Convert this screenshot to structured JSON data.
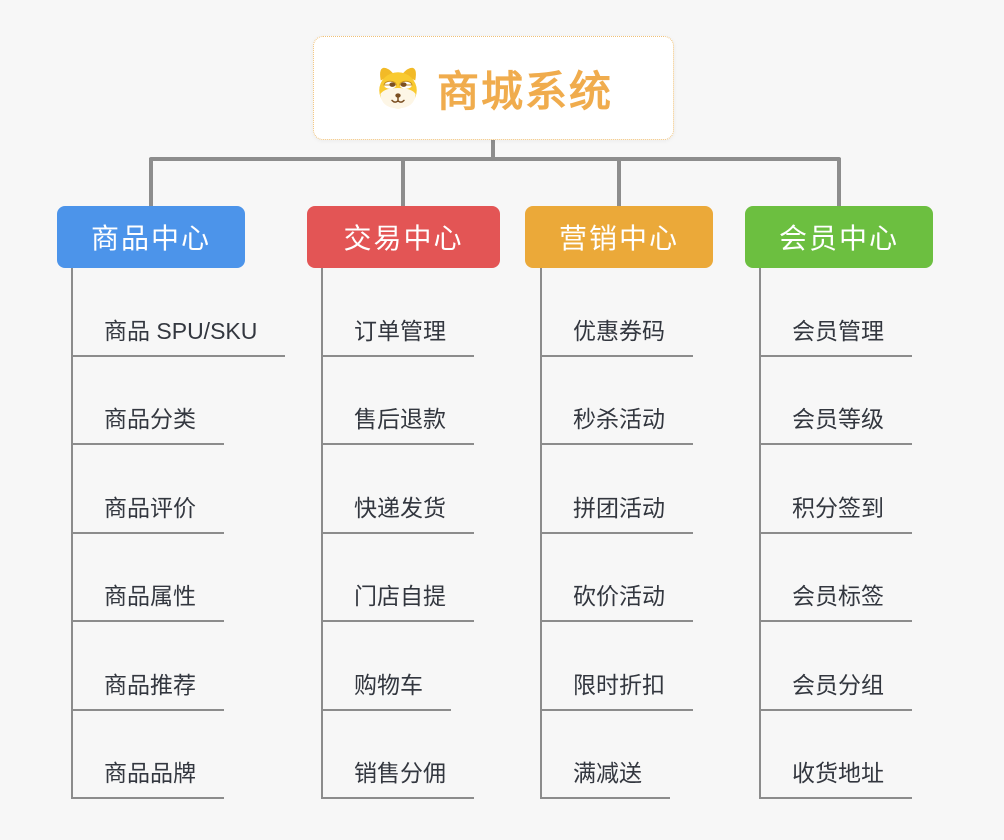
{
  "root": {
    "title": "商城系统",
    "icon": "dog-face-icon"
  },
  "branches": [
    {
      "label": "商品中心",
      "color": "#4c94ea",
      "items": [
        "商品 SPU/SKU",
        "商品分类",
        "商品评价",
        "商品属性",
        "商品推荐",
        "商品品牌"
      ]
    },
    {
      "label": "交易中心",
      "color": "#e35555",
      "items": [
        "订单管理",
        "售后退款",
        "快递发货",
        "门店自提",
        "购物车",
        "销售分佣"
      ]
    },
    {
      "label": "营销中心",
      "color": "#eba939",
      "items": [
        "优惠券码",
        "秒杀活动",
        "拼团活动",
        "砍价活动",
        "限时折扣",
        "满减送"
      ]
    },
    {
      "label": "会员中心",
      "color": "#6cbf40",
      "items": [
        "会员管理",
        "会员等级",
        "积分签到",
        "会员标签",
        "会员分组",
        "收货地址"
      ]
    }
  ],
  "colors": {
    "background": "#f7f7f7",
    "root_text": "#f0ac4d",
    "root_border": "#f0c178",
    "connector": "#8d8d8d",
    "leaf_text": "#33373f",
    "leaf_line": "#8c8c8c"
  }
}
